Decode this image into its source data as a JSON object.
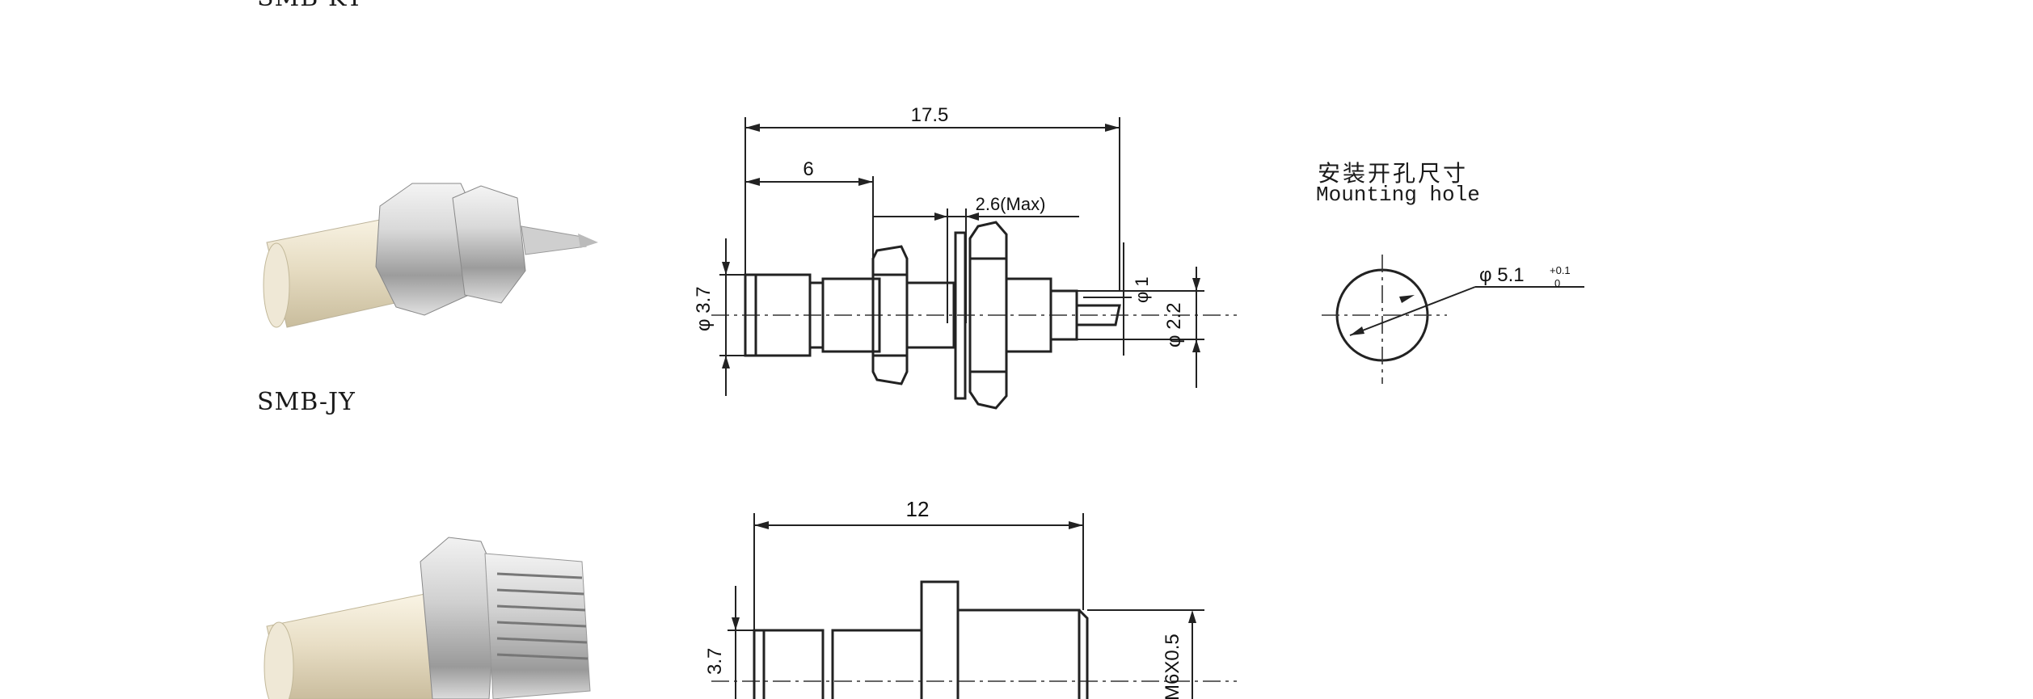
{
  "catalog": {
    "top_partial_label": "SMB-KY",
    "row1": {
      "model_label": "SMB-JY",
      "dimensions": {
        "overall_length": "17.5",
        "front_length": "6",
        "panel_thickness": "2.6(Max)",
        "body_diameter": "φ 3.7",
        "pin_diameter": "φ 1",
        "rear_diameter": "φ 2.2"
      },
      "mounting_hole": {
        "title_cn": "安装开孔尺寸",
        "title_en": "Mounting hole",
        "diameter": "φ 5.1",
        "tol_upper": "+0.1",
        "tol_lower": "0"
      }
    },
    "row2": {
      "dimensions": {
        "overall_length": "12",
        "body_diameter": "3.7",
        "thread": "M6X0.5"
      }
    }
  },
  "colors": {
    "line": "#222222",
    "background": "#ffffff"
  },
  "icons": [
    "connector-photo-bulkhead-jack",
    "connector-photo-flange-jack"
  ]
}
